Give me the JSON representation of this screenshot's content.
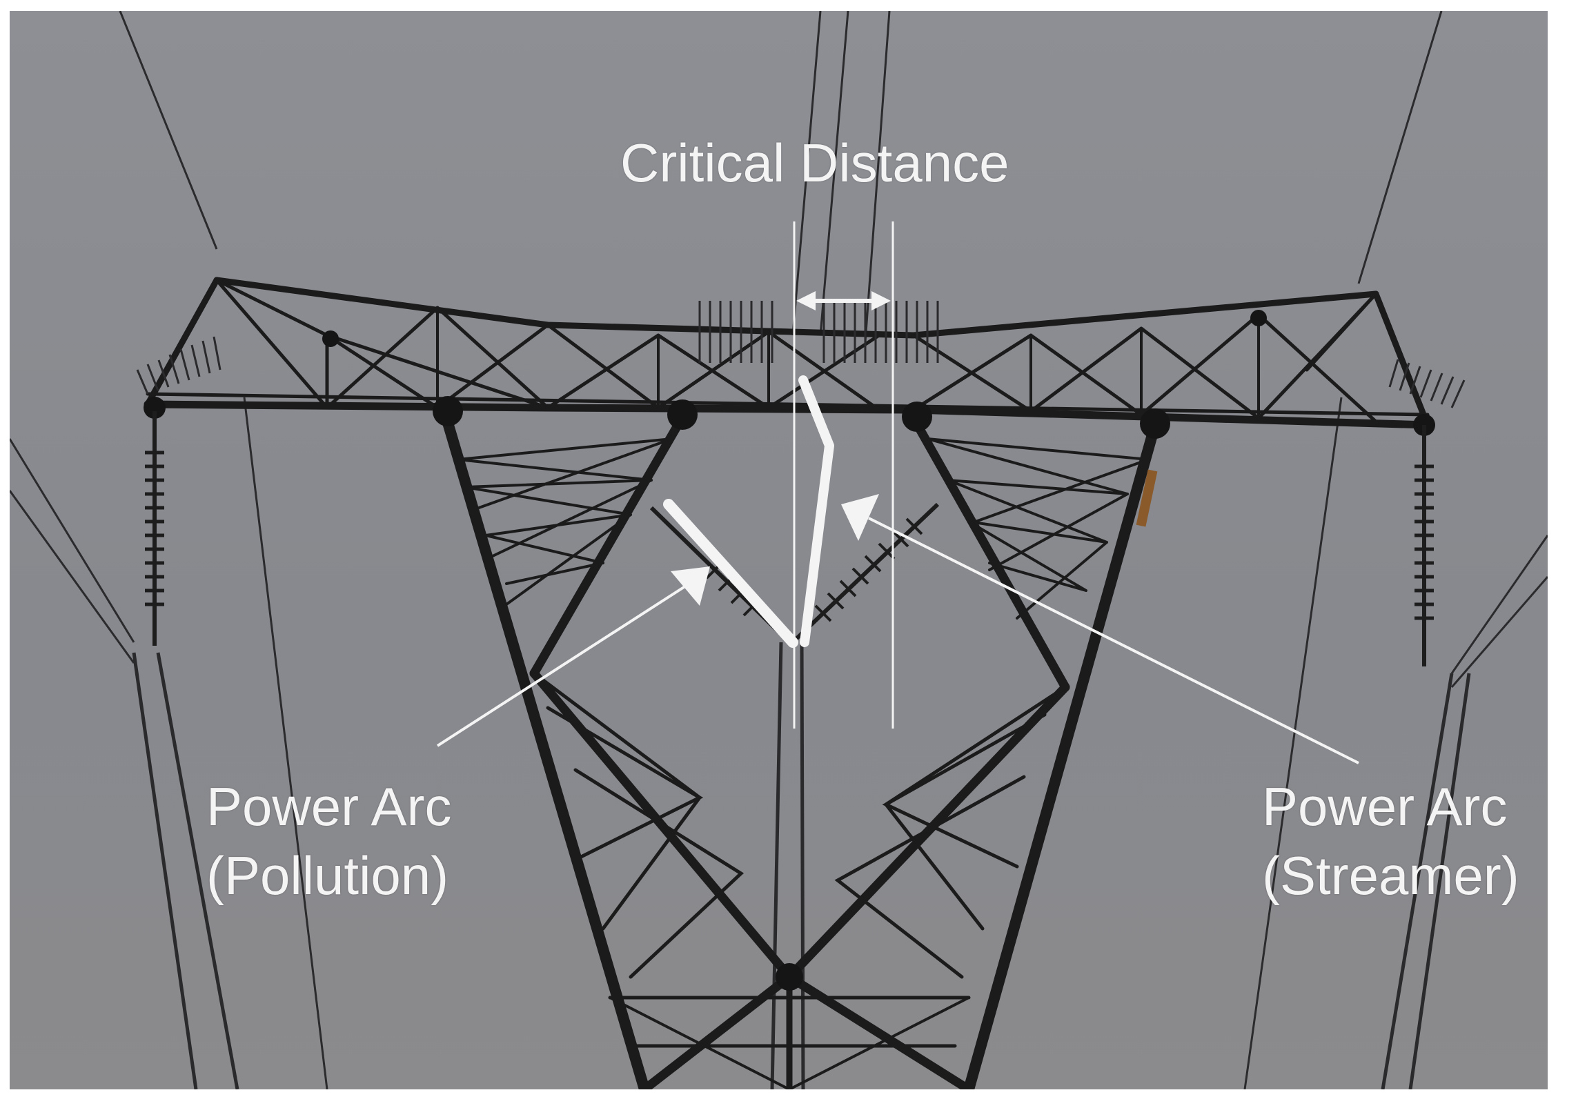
{
  "labels": {
    "critical_distance": "Critical Distance",
    "power_arc_pollution_line1": "Power Arc",
    "power_arc_pollution_line2": "(Pollution)",
    "power_arc_streamer_line1": "Power Arc",
    "power_arc_streamer_line2": "(Streamer)"
  },
  "colors": {
    "sky": "#8a8c91",
    "tower_steel": "#1c1b1c",
    "annotation": "#f4f4f4",
    "frame_border": "#ffffff"
  }
}
